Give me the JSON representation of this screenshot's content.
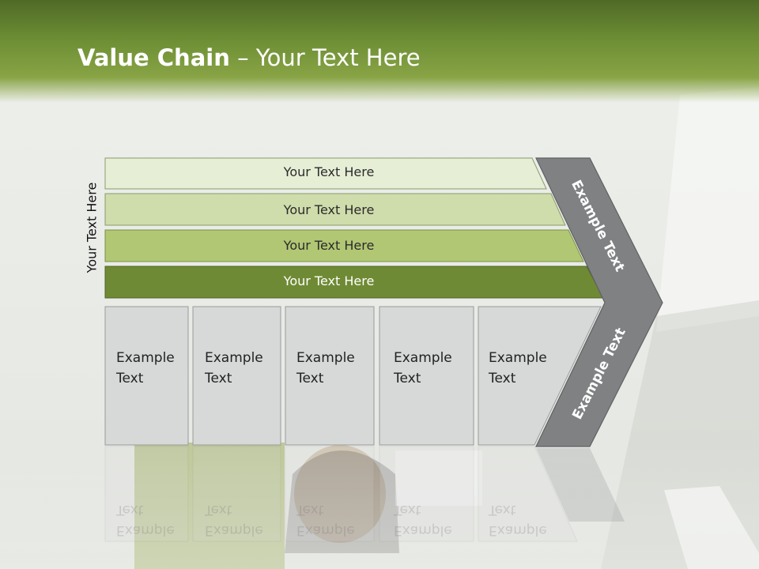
{
  "slide": {
    "title_bold": "Value Chain",
    "title_rest": " – Your Text Here",
    "side_label": "Your Text Here"
  },
  "bars": [
    {
      "label": "Your Text Here"
    },
    {
      "label": "Your Text Here"
    },
    {
      "label": "Your Text Here"
    },
    {
      "label": "Your Text Here"
    }
  ],
  "cards": [
    {
      "line1": "Example",
      "line2": "Text"
    },
    {
      "line1": "Example",
      "line2": "Text"
    },
    {
      "line1": "Example",
      "line2": "Text"
    },
    {
      "line1": "Example",
      "line2": "Text"
    },
    {
      "line1": "Example",
      "line2": "Text"
    }
  ],
  "chevron": {
    "upper": "Example Text",
    "lower": "Example Text"
  },
  "colors": {
    "header": "#6e8f35",
    "bar1": "#e6eed6",
    "bar2": "#cfdcab",
    "bar3": "#b1c774",
    "bar4": "#6f8a34",
    "card": "#d7d8d8",
    "chevron": "#7f8183"
  }
}
